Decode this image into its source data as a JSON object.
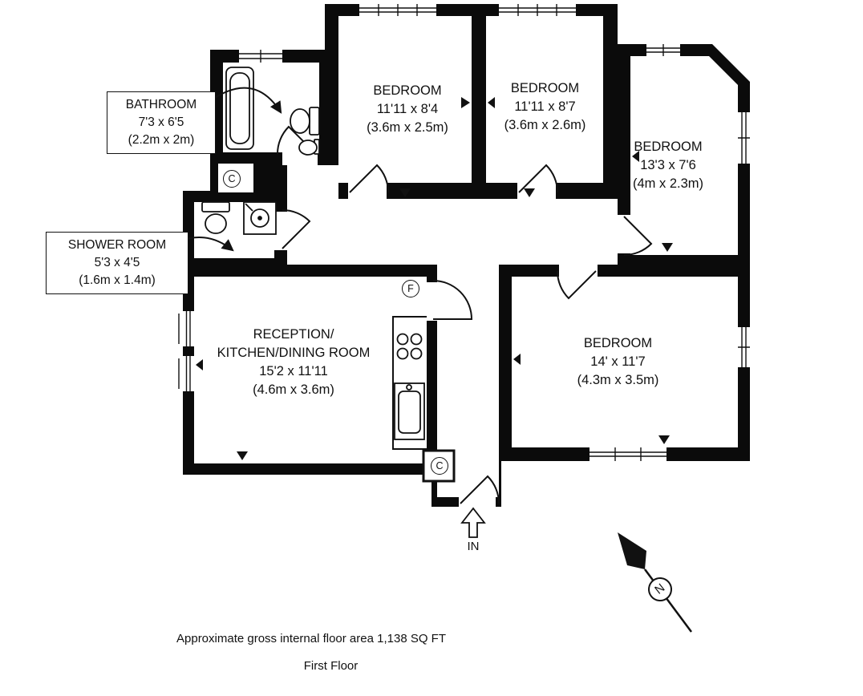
{
  "boxed_labels": {
    "bathroom": {
      "name": "BATHROOM",
      "imperial": "7'3 x 6'5",
      "metric": "(2.2m x 2m)"
    },
    "shower": {
      "name": "SHOWER ROOM",
      "imperial": "5'3 x 4'5",
      "metric": "(1.6m x 1.4m)"
    }
  },
  "rooms": {
    "bedroom1": {
      "name": "BEDROOM",
      "imperial": "11'11 x 8'4",
      "metric": "(3.6m x 2.5m)"
    },
    "bedroom2": {
      "name": "BEDROOM",
      "imperial": "11'11 x 8'7",
      "metric": "(3.6m x 2.6m)"
    },
    "bedroom3": {
      "name": "BEDROOM",
      "imperial": "13'3 x 7'6",
      "metric": "(4m x 2.3m)"
    },
    "reception": {
      "name_line1": "RECEPTION/",
      "name_line2": "KITCHEN/DINING ROOM",
      "imperial": "15'2 x 11'11",
      "metric": "(4.6m x 3.6m)"
    },
    "bedroom4": {
      "name": "BEDROOM",
      "imperial": "14' x 11'7",
      "metric": "(4.3m x 3.5m)"
    }
  },
  "markers": {
    "cupboard_bathroom": "C",
    "cupboard_hall": "C",
    "fridge": "F",
    "entrance": "IN",
    "compass_north": "N"
  },
  "footer": {
    "area": "Approximate gross internal floor area 1,138 SQ FT",
    "floor": "First Floor"
  },
  "colors": {
    "wall": "#0b0b0b",
    "background": "#ffffff"
  }
}
